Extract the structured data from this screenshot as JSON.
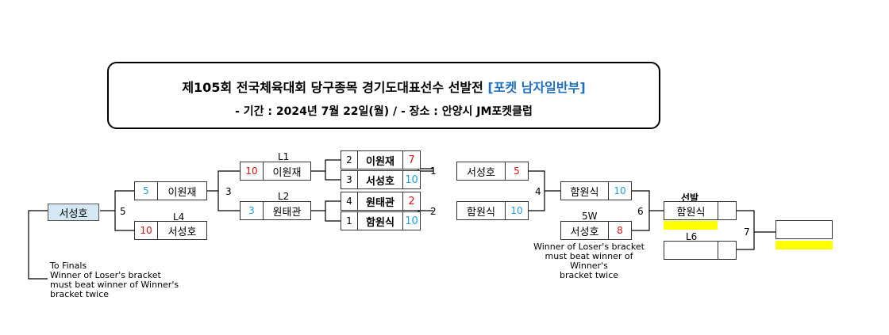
{
  "header": {
    "title_prefix": "제105회 전국체육대회 당구종목 경기도대표선수 선발전 ",
    "title_accent": "[포켓 남자일반부]",
    "subtitle": "-  기간 : 2024년 7월 22일(월)  /  - 장소 : 안양시 JM포켓클럽"
  },
  "colors": {
    "accent": "#1f6fbf",
    "winner_score": "#e01010",
    "loser_score": "#1ea0e0",
    "highlight": "#ffff00",
    "champion_fill": "#d4e8f4"
  },
  "winners_round1": [
    {
      "seed": "2",
      "name": "이원재",
      "score": "7"
    },
    {
      "seed": "3",
      "name": "서성호",
      "score": "10"
    },
    {
      "seed": "4",
      "name": "원태관",
      "score": "2"
    },
    {
      "seed": "1",
      "name": "함원식",
      "score": "10"
    }
  ],
  "winners_round2": [
    {
      "match_label": "1",
      "name": "서성호",
      "score": "5"
    },
    {
      "match_label": "2",
      "name": "함원식",
      "score": "10"
    }
  ],
  "winners_final": {
    "match_label": "4",
    "name": "함원식",
    "score": "10"
  },
  "losers_round1": [
    {
      "label": "L1",
      "score": "10",
      "name": "이원재"
    },
    {
      "label": "L2",
      "score": "3",
      "name": "원태관"
    }
  ],
  "losers_round2": [
    {
      "score": "5",
      "name": "이원재"
    },
    {
      "label": "L4",
      "score": "10",
      "name": "서성호"
    }
  ],
  "losers_final": {
    "label": "5W",
    "name": "서성호",
    "score": "8"
  },
  "match_numbers": {
    "m3": "3",
    "m5": "5",
    "m6": "6",
    "m7": "7"
  },
  "grand_final": {
    "heading": "선발",
    "top_name": "함원식",
    "bottom_label": "L6",
    "bottom_name": ""
  },
  "champion": "서성호",
  "notes": {
    "finals": [
      "To Finals",
      "Winner of Loser's bracket",
      "must beat winner of Winner's",
      "bracket twice"
    ],
    "right": [
      "Winner of Loser's bracket",
      "must beat winner of Winner's",
      "bracket twice"
    ]
  }
}
